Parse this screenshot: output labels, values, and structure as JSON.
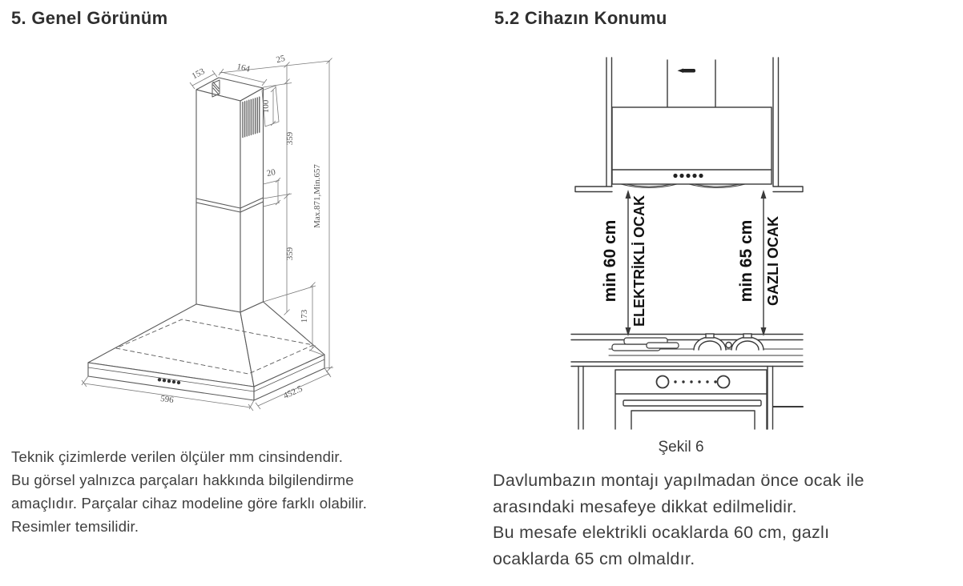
{
  "left": {
    "heading": "5. Genel Görünüm",
    "drawing": {
      "dims": {
        "top_gap": "25",
        "top_width": "164",
        "top_depth": "153",
        "vent_height": "100",
        "upper_section": "359",
        "overlap": "20",
        "lower_section": "359",
        "total_height": "Max.871,Min.657",
        "canopy_height": "173",
        "body_width": "596",
        "body_depth": "452.5"
      }
    },
    "note_lines": [
      "Teknik çizimlerde verilen ölçüler mm cinsindendir.",
      "Bu görsel yalnızca parçaları hakkında bilgilendirme",
      "amaçlıdır. Parçalar cihaz modeline göre farklı olabilir.",
      "Resimler temsilidir."
    ]
  },
  "right": {
    "heading": "5.2 Cihazın Konumu",
    "figure": {
      "min_electric": "min 60 cm",
      "electric_label": "ELEKTRİKLİ OCAK",
      "min_gas": "min 65 cm",
      "gas_label": "GAZLI OCAK",
      "caption": "Şekil 6"
    },
    "note_lines": [
      "Davlumbazın montajı yapılmadan önce ocak ile",
      "arasındaki mesafeye dikkat edilmelidir.",
      "Bu mesafe elektrikli ocaklarda 60 cm, gazlı",
      "ocaklarda 65 cm olmaldır."
    ]
  }
}
